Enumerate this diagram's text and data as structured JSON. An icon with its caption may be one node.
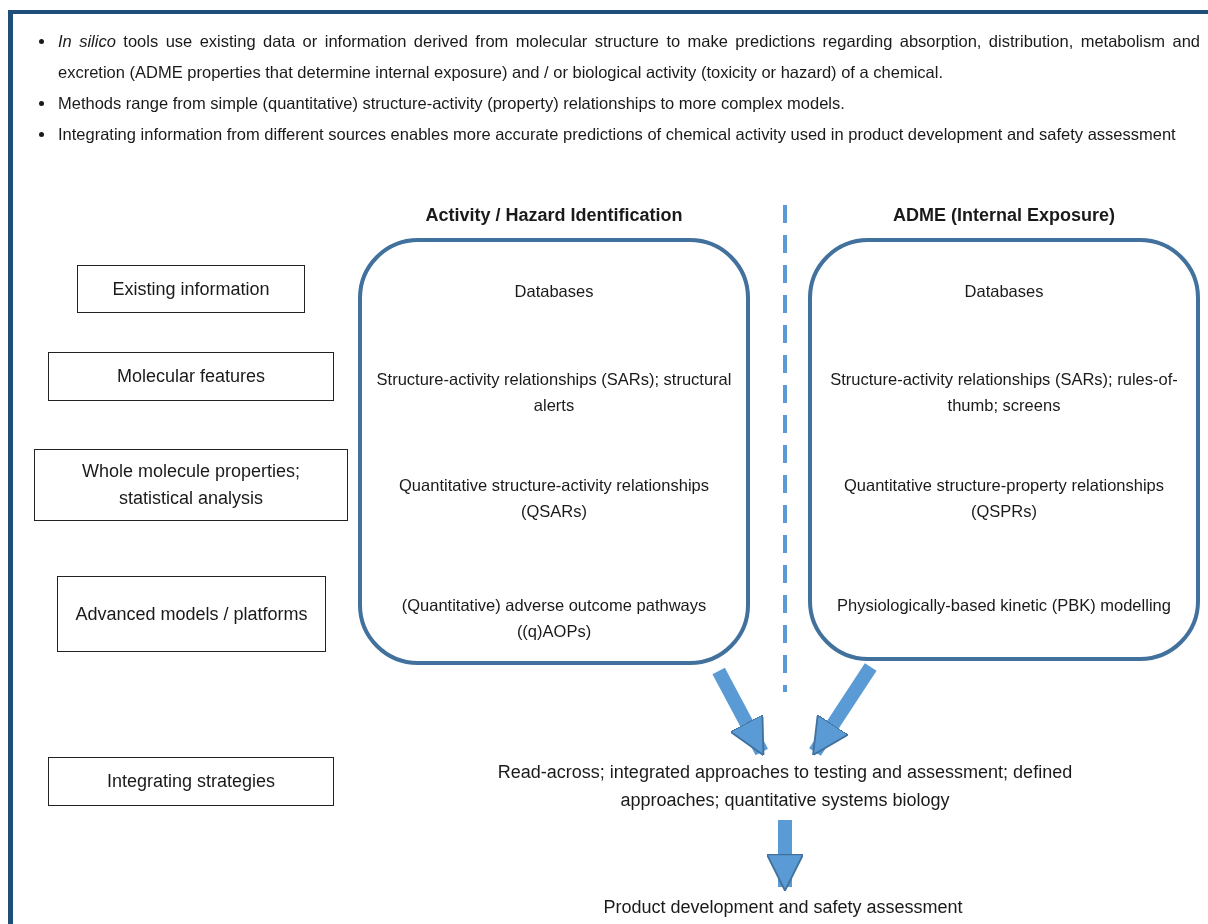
{
  "diagram": {
    "nodes": [
      {
        "text": [
          "Existing information"
        ]
      },
      {
        "text": [
          "Molecular features"
        ]
      },
      {
        "text": [
          "Whole molecule properties; statistical analysis"
        ]
      },
      {
        "text": [
          "Advanced models / platforms"
        ]
      },
      {
        "text": [
          "Integrating strategies"
        ]
      },
      {
        "text": [
          "Activity / Hazard Identification",
          "Databases",
          "Structure-activity relationships (SARs); structural alerts",
          "Quantitative structure-activity relationships (QSARs)",
          "(Quantitative) adverse outcome pathways ((q)AOPs)"
        ]
      },
      {
        "text": [
          "ADME (Internal Exposure)",
          "Databases",
          "Structure-activity relationships (SARs); rules-of-thumb; screens",
          "Quantitative structure-property relationships (QSPRs)",
          "Physiologically-based kinetic (PBK) modelling"
        ]
      },
      {
        "text": [
          "Read-across; integrated approaches to testing and assessment; defined approaches; quantitative systems biology"
        ]
      },
      {
        "text": [
          "Product development and safety assessment"
        ]
      }
    ],
    "edges": [
      {
        "from": 5,
        "to": 7,
        "arrow": "to"
      },
      {
        "from": 6,
        "to": 7,
        "arrow": "to"
      },
      {
        "from": 7,
        "to": 8,
        "arrow": "to"
      }
    ],
    "labels": [
      "*In silico* tools use existing data or information derived from molecular structure to make predictions regarding absorption, distribution, metabolism and excretion (ADME properties that determine internal exposure) and / or biological activity (toxicity or hazard) of a chemical.",
      "Methods range from simple (quantitative) structure-activity (property) relationships to more complex models.",
      "Integrating information from different sources enables more accurate predictions of chemical activity used in product development and safety assessment"
    ]
  }
}
